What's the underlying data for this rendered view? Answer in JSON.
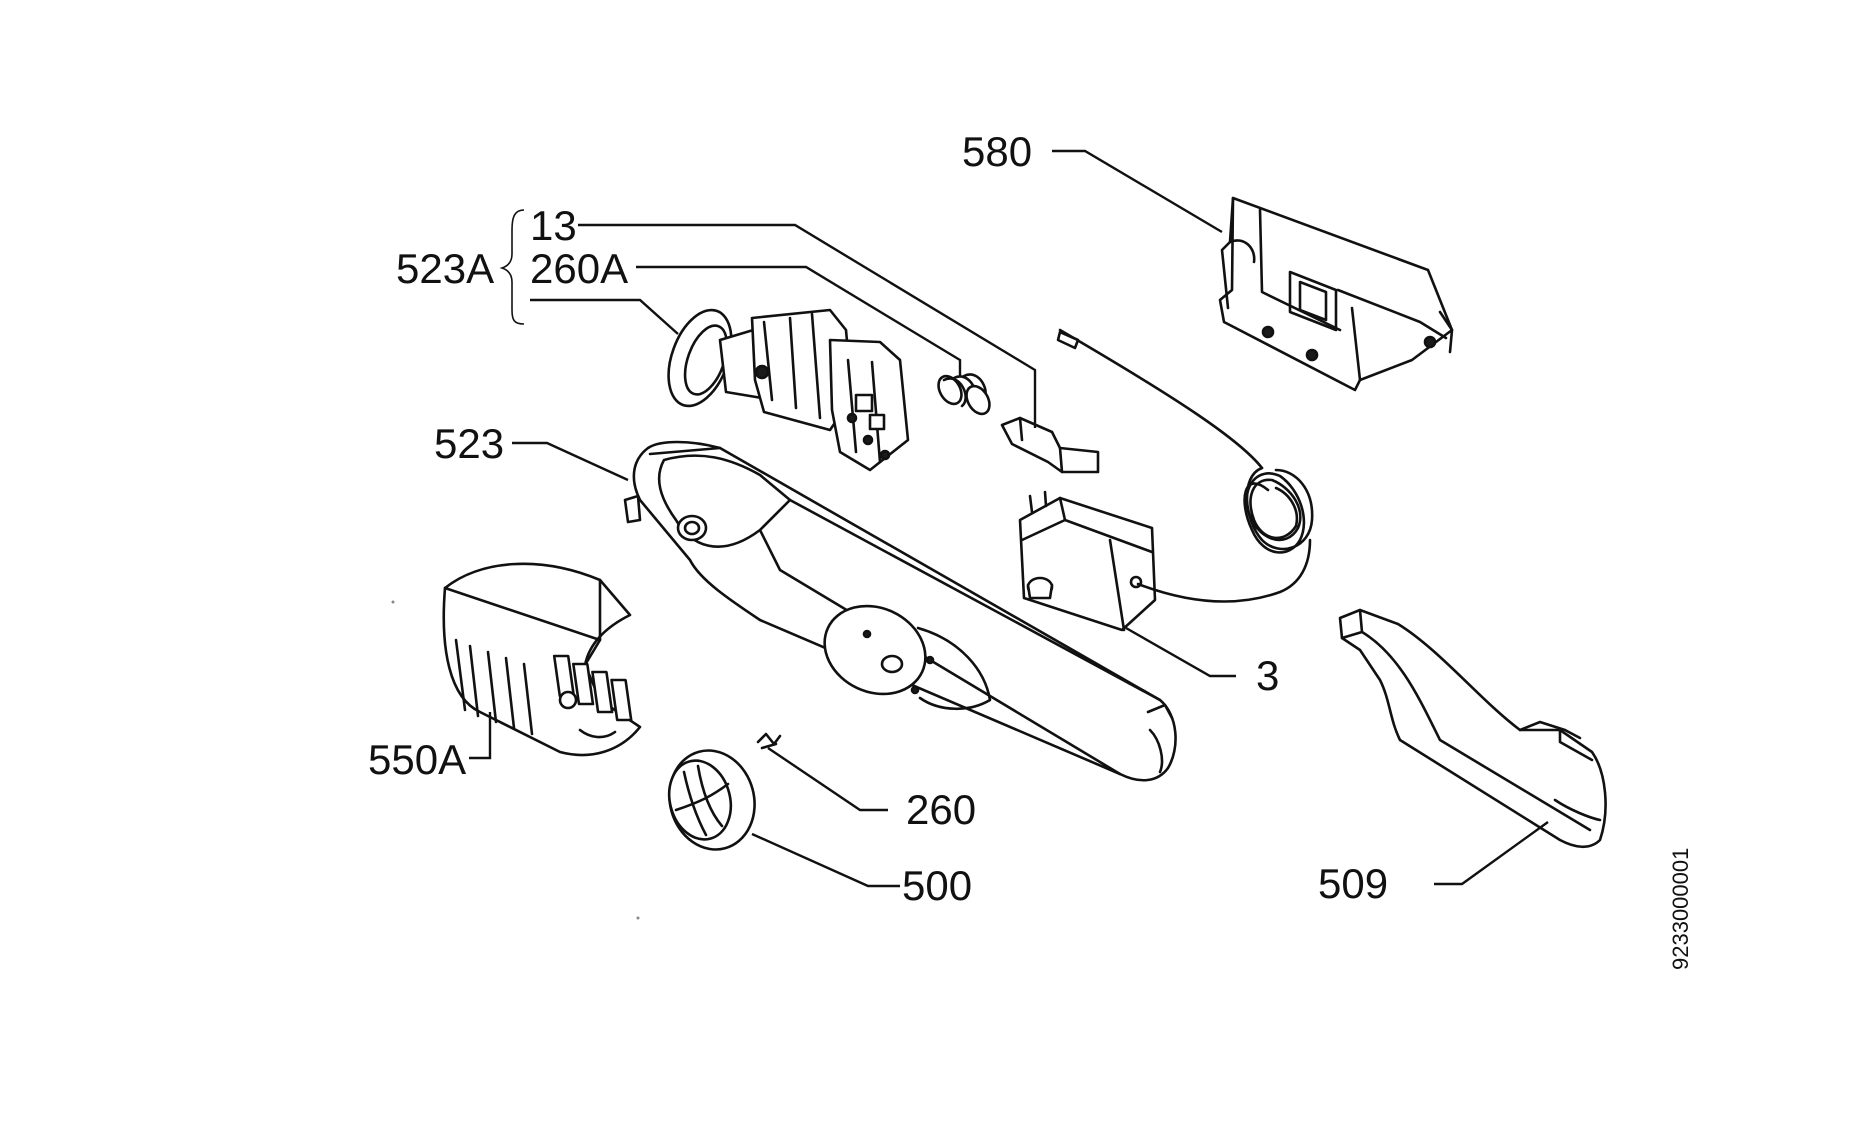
{
  "labels": {
    "l580": "580",
    "l13": "13",
    "l523A": "523A",
    "l260A": "260A",
    "l523": "523",
    "l3": "3",
    "l550A": "550A",
    "l260": "260",
    "l500": "500",
    "l509": "509",
    "drawing_number": "9233000001"
  },
  "colors": {
    "line": "#111111",
    "background": "#ffffff"
  }
}
